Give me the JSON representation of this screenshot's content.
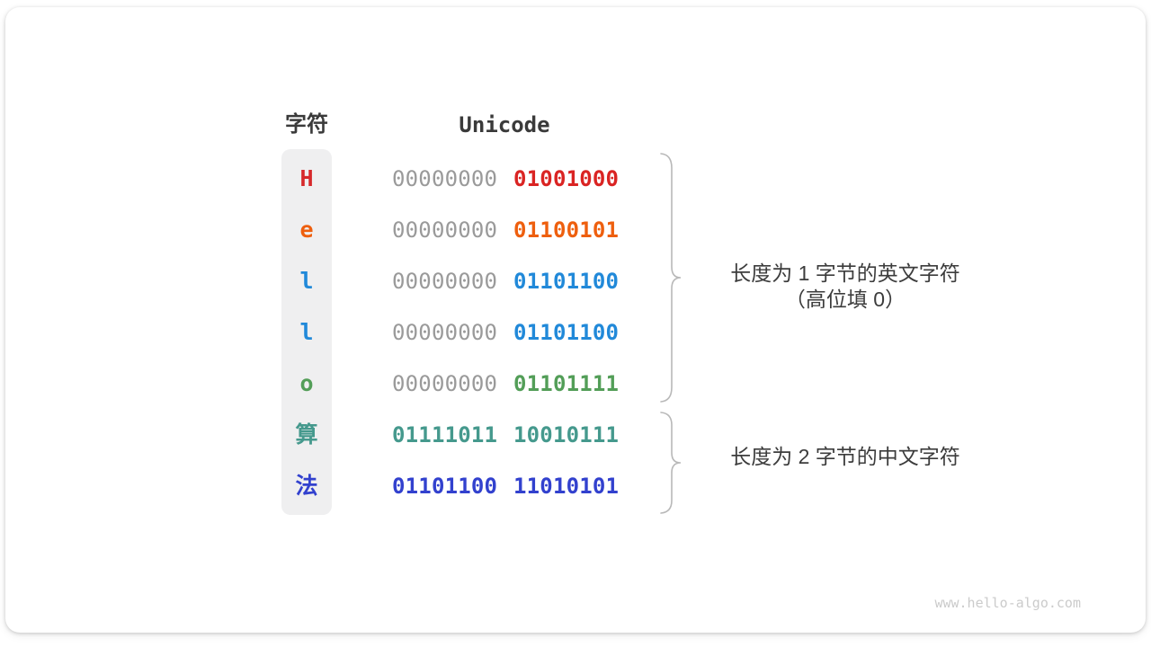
{
  "header": {
    "char_col": "字符",
    "unicode_col": "Unicode"
  },
  "rows": [
    {
      "char": "H",
      "char_color": "#d6292b",
      "byte1": "00000000",
      "byte1_color": "#9a9a9a",
      "byte1_bold": "false",
      "byte2": "01001000",
      "byte2_color": "#da2423"
    },
    {
      "char": "e",
      "char_color": "#ee5f0e",
      "byte1": "00000000",
      "byte1_color": "#9a9a9a",
      "byte1_bold": "false",
      "byte2": "01100101",
      "byte2_color": "#ee5f0e"
    },
    {
      "char": "l",
      "char_color": "#2189d9",
      "byte1": "00000000",
      "byte1_color": "#9a9a9a",
      "byte1_bold": "false",
      "byte2": "01101100",
      "byte2_color": "#2189d9"
    },
    {
      "char": "l",
      "char_color": "#2189d9",
      "byte1": "00000000",
      "byte1_color": "#9a9a9a",
      "byte1_bold": "false",
      "byte2": "01101100",
      "byte2_color": "#2189d9"
    },
    {
      "char": "o",
      "char_color": "#539e58",
      "byte1": "00000000",
      "byte1_color": "#9a9a9a",
      "byte1_bold": "false",
      "byte2": "01101111",
      "byte2_color": "#539e58"
    },
    {
      "char": "算",
      "char_color": "#45998d",
      "byte1": "01111011",
      "byte1_color": "#45998d",
      "byte1_bold": "true",
      "byte2": "10010111",
      "byte2_color": "#45998d"
    },
    {
      "char": "法",
      "char_color": "#3241ce",
      "byte1": "01101100",
      "byte1_color": "#3241ce",
      "byte1_bold": "true",
      "byte2": "11010101",
      "byte2_color": "#3241ce"
    }
  ],
  "annotations": {
    "group1_line1": "长度为 1 字节的英文字符",
    "group1_line2": "（高位填 0）",
    "group2_line1": "长度为 2 字节的中文字符"
  },
  "brace_color": "#b8b8b8",
  "watermark": "www.hello-algo.com"
}
